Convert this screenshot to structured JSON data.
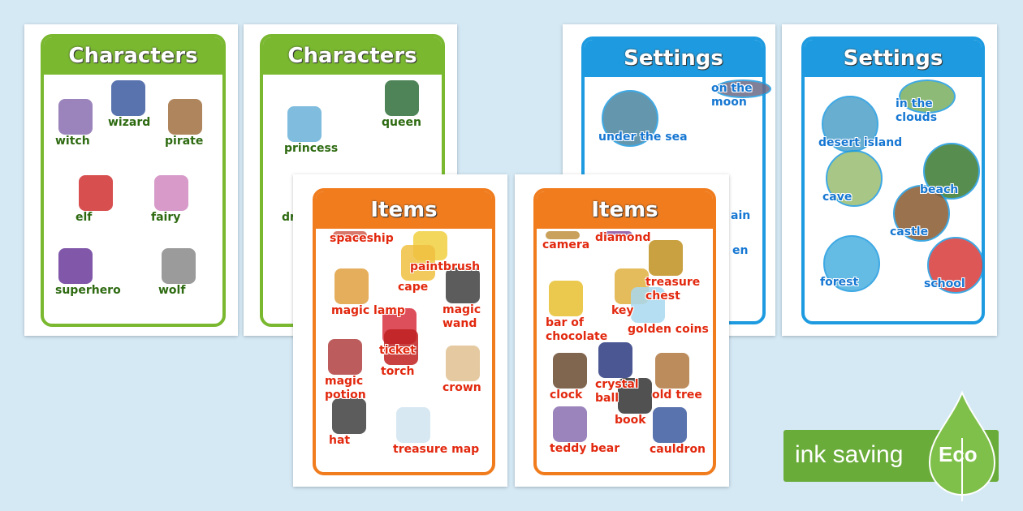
{
  "colors": {
    "background": "#d5e9f5",
    "characters": "#7ab830",
    "settings": "#1e9be0",
    "items": "#f07c1e"
  },
  "cards": [
    {
      "title": "Characters",
      "theme": "green",
      "labels": [
        "witch",
        "wizard",
        "pirate",
        "elf",
        "fairy",
        "superhero",
        "wolf"
      ]
    },
    {
      "title": "Characters",
      "theme": "green",
      "labels": [
        "princess",
        "queen",
        "dr"
      ]
    },
    {
      "title": "Settings",
      "theme": "blue",
      "labels": [
        "under the sea",
        "on the\nmoon",
        "ain",
        "en"
      ]
    },
    {
      "title": "Settings",
      "theme": "blue",
      "labels": [
        "desert island",
        "in the\nclouds",
        "cave",
        "beach",
        "castle",
        "forest",
        "school"
      ]
    },
    {
      "title": "Items",
      "theme": "orange",
      "labels": [
        "spaceship",
        "paintbrush",
        "cape",
        "magic lamp",
        "magic\nwand",
        "ticket",
        "torch",
        "magic\npotion",
        "crown",
        "hat",
        "treasure map"
      ]
    },
    {
      "title": "Items",
      "theme": "orange",
      "labels": [
        "camera",
        "diamond",
        "treasure\nchest",
        "bar of\nchocolate",
        "key",
        "golden coins",
        "clock",
        "crystal\nball",
        "old tree",
        "book",
        "teddy bear",
        "cauldron"
      ]
    }
  ],
  "badge": {
    "text": "ink saving",
    "leaf": "Eco"
  }
}
